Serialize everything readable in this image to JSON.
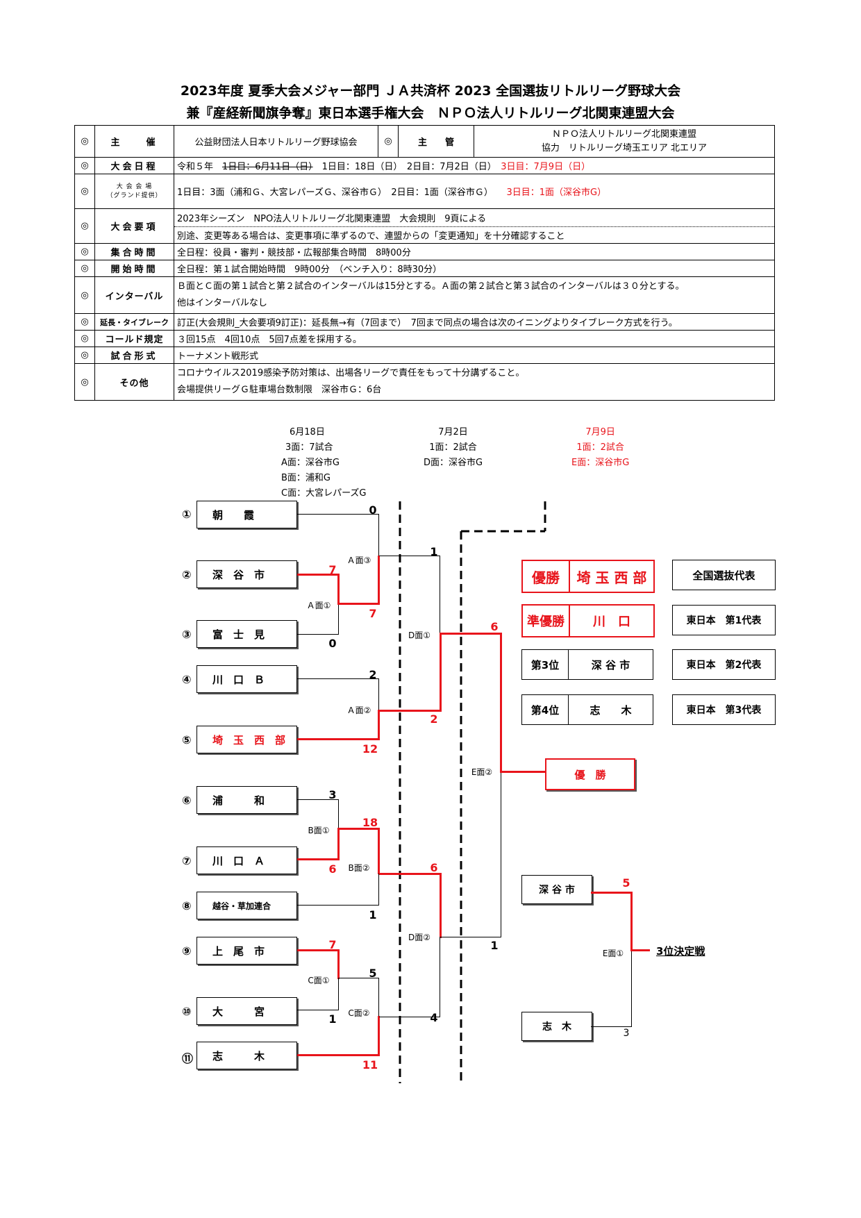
{
  "title": {
    "line1": "2023年度 夏季大会メジャー部門 ＪＡ共済杯 2023 全国選抜リトルリーグ野球大会",
    "line2": "兼『産経新聞旗争奪』東日本選手権大会　ＮＰＯ法人リトルリーグ北関東連盟大会"
  },
  "mark": "◎",
  "info": {
    "organizer_label": "主　　催",
    "organizer": "公益財団法人日本リトルリーグ野球協会",
    "manager_label": "主　　管",
    "manager_line1": "ＮＰＯ法人リトルリーグ北関東連盟",
    "manager_line2": "協力　リトルリーグ埼玉エリア 北エリア",
    "dates_label": "大会日程",
    "dates_a": "令和５年　",
    "dates_strike": "1日目：6月11日（日）",
    "dates_b": "　1日目：18日（日）　2日目：7月2日（日）",
    "dates_red": "3日目：7月9日（日）",
    "venue_label1": "大 会 会 場",
    "venue_label2": "（グランド提供）",
    "venue_a": "1日目：3面（浦和Ｇ、大宮レパーズＧ、深谷市Ｇ）　2日目：1面（深谷市Ｇ）",
    "venue_red": "3日目：1面（深谷市G）",
    "rules_label": "大会要項",
    "rules_line1": "2023年シーズン　NPO法人リトルリーグ北関東連盟　大会規則　9頁による",
    "rules_line2": "別途、変更等ある場合は、変更事項に準ずるので、連盟からの「変更通知」を十分確認すること",
    "gather_label": "集合時間",
    "gather": "全日程：役員・審判・競技部・広報部集合時間　8時00分",
    "start_label": "開始時間",
    "start": "全日程：第１試合開始時間　9時00分　（ベンチ入り：8時30分）",
    "interval_label": "インターバル",
    "interval_line1": "Ｂ面とＣ面の第１試合と第２試合のインターバルは15分とする。Ａ面の第２試合と第３試合のインターバルは３０分とする。",
    "interval_line2": "他はインターバルなし",
    "tiebreak_label": "延長・タイブレーク",
    "tiebreak": "訂正(大会規則_大会要項9訂正)：延長無→有（7回まで）　7回まで同点の場合は次のイニングよりタイブレーク方式を行う。",
    "called_label": "コールド規定",
    "called": "３回15点　4回10点　5回7点差を採用する。",
    "format_label": "試合形式",
    "format": "トーナメント戦形式",
    "other_label": "その他",
    "other_line1": "コロナウイルス2019感染予防対策は、出場各リーグで責任をもって十分講ずること。",
    "other_line2": "会場提供リーグＧ駐車場台数制限　深谷市Ｇ：6台"
  },
  "schedule": {
    "day1": [
      "6月18日",
      "3面：7試合",
      "A面：深谷市G",
      "B面：浦和G",
      "C面：大宮レパーズG"
    ],
    "day2": [
      "7月2日",
      "1面：2試合",
      "D面：深谷市G"
    ],
    "day3": [
      "7月9日",
      "1面：2試合",
      "E面：深谷市G"
    ]
  },
  "teams": [
    {
      "num": "①",
      "name": "朝　　霞"
    },
    {
      "num": "②",
      "name": "深　谷　市"
    },
    {
      "num": "③",
      "name": "富　士　見"
    },
    {
      "num": "④",
      "name": "川　口　Ｂ"
    },
    {
      "num": "⑤",
      "name": "埼　玉　西　部"
    },
    {
      "num": "⑥",
      "name": "浦　　　和"
    },
    {
      "num": "⑦",
      "name": "川　口　Ａ"
    },
    {
      "num": "⑧",
      "name": "越谷・草加連合"
    },
    {
      "num": "⑨",
      "name": "上　尾　市"
    },
    {
      "num": "⑩",
      "name": "大　　　宮"
    },
    {
      "num": "⑪",
      "name": "志　　　木"
    }
  ],
  "faces": {
    "a1": "Ａ面①",
    "a2": "Ａ面②",
    "a3": "Ａ面③",
    "b1": "B面①",
    "b2": "B面②",
    "c1": "C面①",
    "c2": "C面②",
    "d1": "D面①",
    "d2": "D面②",
    "e1": "E面①",
    "e2": "E面②"
  },
  "scores": {
    "a1_top": "7",
    "a1_bot": "0",
    "a3_top": "0",
    "a3_bot": "7",
    "a2_top": "2",
    "a2_bot": "12",
    "b1_top": "3",
    "b1_bot": "6",
    "b2_top": "18",
    "b2_bot": "1",
    "c1_top": "7",
    "c1_bot": "1",
    "c2_top": "5",
    "c2_bot": "11",
    "d1_top": "1",
    "d1_bot": "2",
    "d2_top": "6",
    "d2_bot": "4",
    "e2_top": "6",
    "e2_bot": "1",
    "e1_top": "5",
    "e1_bot": "3"
  },
  "final_label": "優　勝",
  "third_place": {
    "top": "深 谷 市",
    "bottom": "志　木",
    "label": "3位決定戦"
  },
  "results": [
    {
      "rank": "優勝",
      "team": "埼 玉 西 部",
      "award": "全国選抜代表"
    },
    {
      "rank": "準優勝",
      "team": "川　口",
      "award": "東日本　第1代表"
    },
    {
      "rank": "第3位",
      "team": "深 谷 市",
      "award": "東日本　第2代表"
    },
    {
      "rank": "第4位",
      "team": "志　　木",
      "award": "東日本　第3代表"
    }
  ],
  "colors": {
    "accent": "#e8141b",
    "line": "#000000"
  }
}
